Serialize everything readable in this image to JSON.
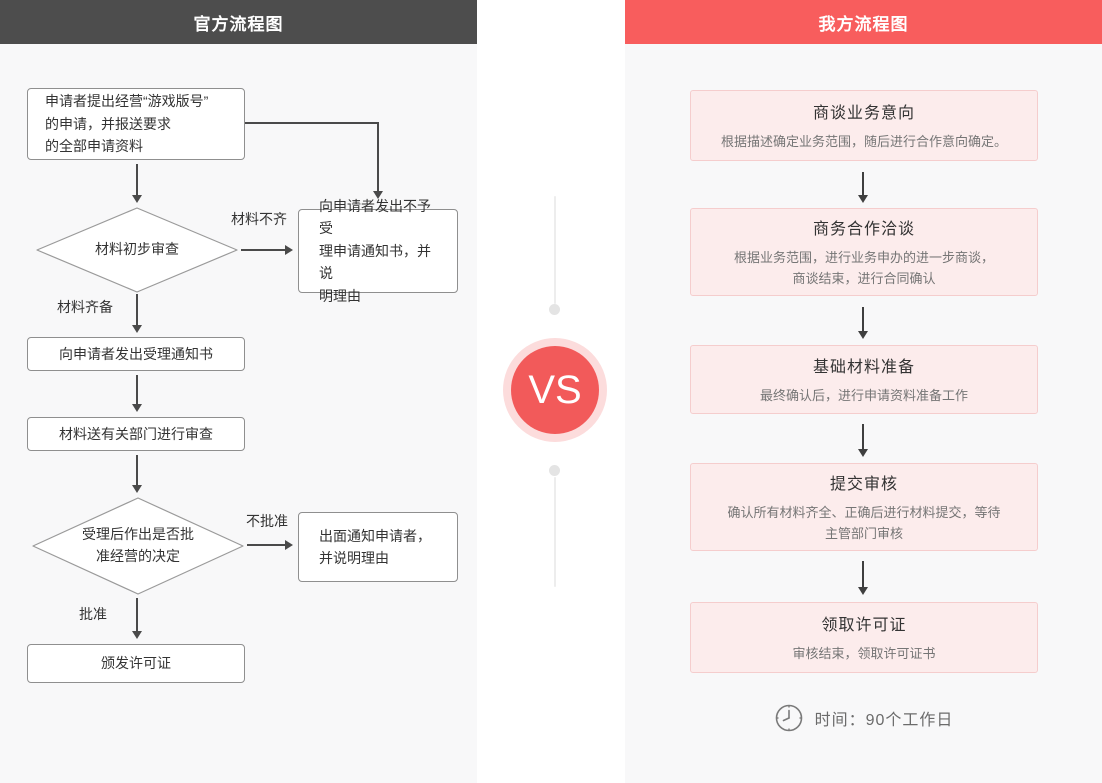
{
  "left_panel": {
    "title": "官方流程图",
    "nodes": {
      "apply": "申请者提出经营“游戏版号”\n的申请，并报送要求\n的全部申请资料",
      "initial_review": "材料初步审查",
      "reject_notice": "向申请者发出不予受\n理申请通知书，并说\n明理由",
      "accept_notice": "向申请者发出受理通知书",
      "dept_review": "材料送有关部门进行审查",
      "decision": "受理后作出是否批\n准经营的决定",
      "notify_reject": "出面通知申请者，\n并说明理由",
      "issue_license": "颁发许可证"
    },
    "edge_labels": {
      "incomplete": "材料不齐",
      "complete": "材料齐备",
      "not_approved": "不批准",
      "approved": "批准"
    }
  },
  "center": {
    "vs_label": "VS"
  },
  "right_panel": {
    "title": "我方流程图",
    "steps": [
      {
        "title": "商谈业务意向",
        "desc": "根据描述确定业务范围，随后进行合作意向确定。"
      },
      {
        "title": "商务合作洽谈",
        "desc": "根据业务范围，进行业务申办的进一步商谈，\n商谈结束，进行合同确认"
      },
      {
        "title": "基础材料准备",
        "desc": "最终确认后，进行申请资料准备工作"
      },
      {
        "title": "提交审核",
        "desc": "确认所有材料齐全、正确后进行材料提交，等待\n主管部门审核"
      },
      {
        "title": "领取许可证",
        "desc": "审核结束，领取许可证书"
      }
    ],
    "footer": {
      "time_label": "时间：90个工作日"
    }
  },
  "colors": {
    "dark_header": "#4D4D4D",
    "brand_red": "#F85D5D",
    "vs_red": "#F25A5A",
    "vs_ring": "#FCDCDC",
    "pink_box_bg": "#FCECEC",
    "pink_box_border": "#F5CDCD"
  }
}
